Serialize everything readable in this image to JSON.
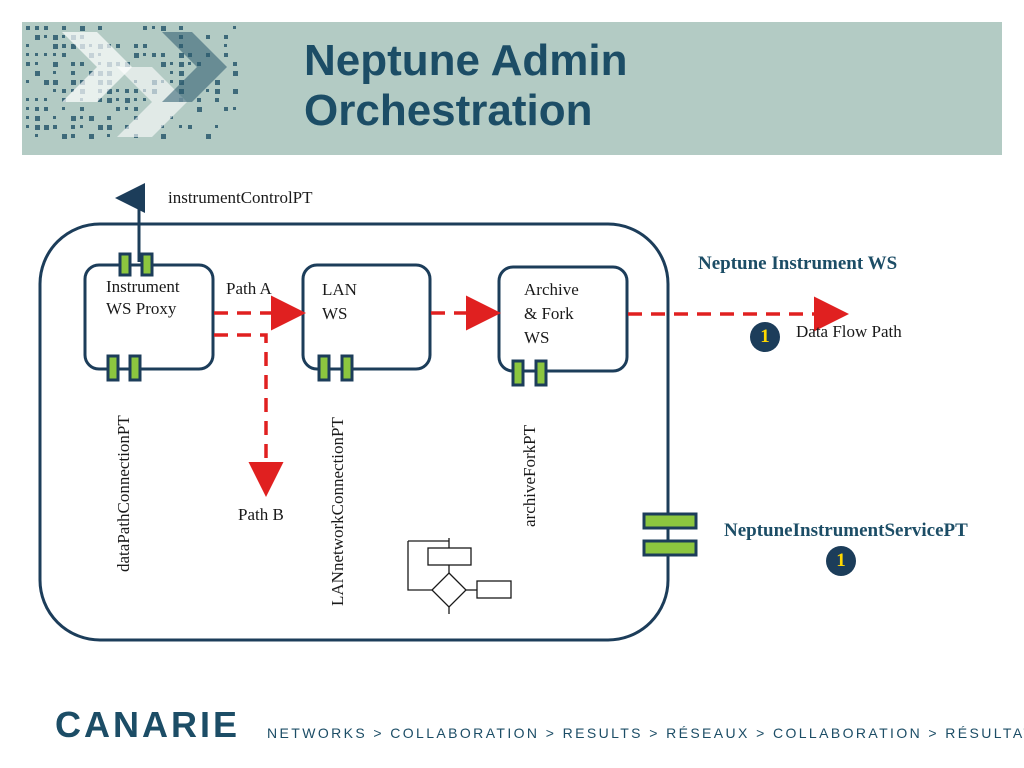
{
  "header": {
    "title_line1": "Neptune Admin",
    "title_line2": "Orchestration"
  },
  "diagram": {
    "outer_title": "Neptune Instrument WS",
    "boxes": {
      "proxy_line1": "Instrument",
      "proxy_line2": "WS Proxy",
      "lan_line1": "LAN",
      "lan_line2": "WS",
      "archive_line1": "Archive",
      "archive_line2": "& Fork",
      "archive_line3": "WS"
    },
    "ports": {
      "top": "instrumentControlPT",
      "proxy_bottom": "dataPathConnectionPT",
      "lan_bottom": "LANnetworkConnectionPT",
      "archive_bottom": "archiveForkPT",
      "service": "NeptuneInstrumentServicePT"
    },
    "paths": {
      "a": "Path A",
      "b": "Path B",
      "data_flow": "Data Flow Path"
    },
    "badge_number": "1",
    "colors": {
      "line": "#1c3d5a",
      "port_fill": "#8cc63f",
      "dash": "#e02020"
    }
  },
  "footer": {
    "logo": "CANARIE",
    "tagline": "NETWORKS > COLLABORATION > RESULTS > RÉSEAUX > COLLABORATION > RÉSULTATS"
  }
}
